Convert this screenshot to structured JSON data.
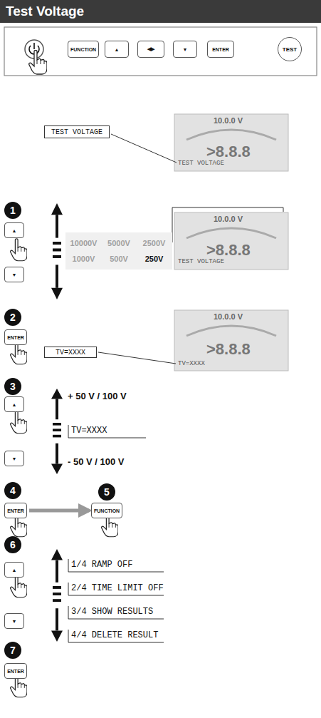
{
  "diagram": {
    "title": "Test Voltage",
    "nodes": [
      {
        "text": [
          "FUNCTION"
        ]
      },
      {
        "text": [
          "▲"
        ]
      },
      {
        "text": [
          "◀▶"
        ]
      },
      {
        "text": [
          "▼"
        ]
      },
      {
        "text": [
          "ENTER"
        ]
      },
      {
        "text": [
          "TEST"
        ]
      },
      {
        "text": [
          "TEST VOLTAGE"
        ]
      },
      {
        "text": [
          "1"
        ]
      },
      {
        "text": [
          "▲"
        ]
      },
      {
        "text": [
          "▼"
        ]
      },
      {
        "text": [
          "10000V",
          "5000V",
          "2500V",
          "1000V",
          "500V",
          "250V"
        ]
      },
      {
        "text": [
          "2"
        ]
      },
      {
        "text": [
          "ENTER"
        ]
      },
      {
        "text": [
          "TV=XXXX"
        ]
      },
      {
        "text": [
          "3"
        ]
      },
      {
        "text": [
          "▲"
        ]
      },
      {
        "text": [
          "▼"
        ]
      },
      {
        "text": [
          "4"
        ]
      },
      {
        "text": [
          "ENTER"
        ]
      },
      {
        "text": [
          "5"
        ]
      },
      {
        "text": [
          "FUNCTION"
        ]
      },
      {
        "text": [
          "6"
        ]
      },
      {
        "text": [
          "▲"
        ]
      },
      {
        "text": [
          "▼"
        ]
      },
      {
        "text": [
          "7"
        ]
      },
      {
        "text": [
          "ENTER"
        ]
      }
    ],
    "edges": [
      {
        "from": 18,
        "to": 20,
        "arrow": "to"
      }
    ],
    "labels": [
      "10.0.0 V",
      ">8.8.8",
      "TEST VOLTAGE",
      "10.0.0 V",
      ">8.8.8",
      "TEST VOLTAGE",
      "10.0.0 V",
      ">8.8.8",
      "TV=XXXX",
      "+ 50 V / 100 V",
      "TV=XXXX",
      "- 50 V / 100 V",
      "1/4 RAMP OFF",
      "2/4 TIME LIMIT OFF",
      "3/4 SHOW RESULTS",
      "4/4 DELETE RESULT"
    ]
  }
}
